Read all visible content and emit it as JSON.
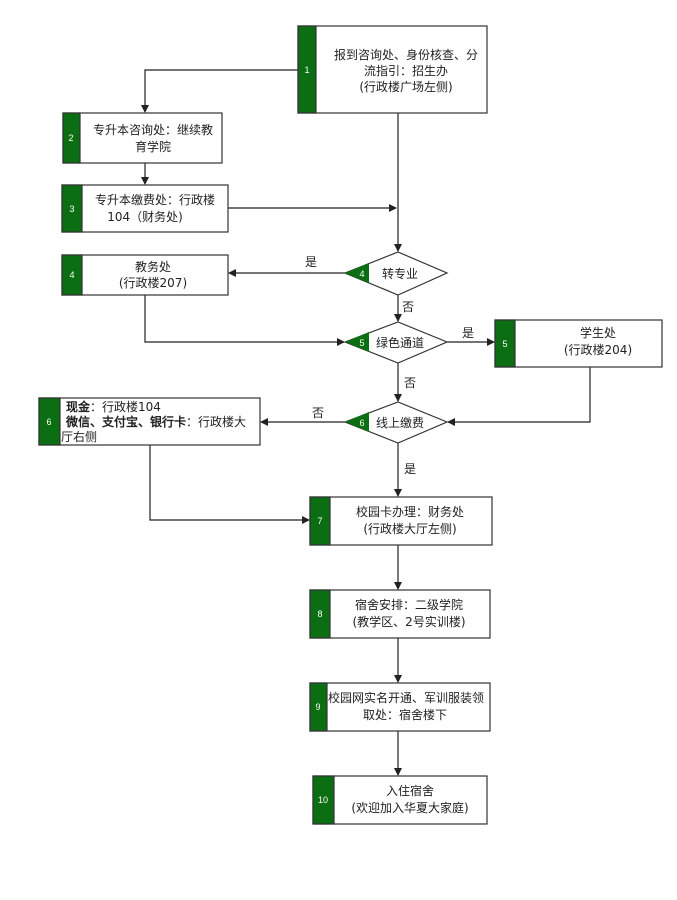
{
  "colors": {
    "accent": "#0b6e12",
    "line": "#222222"
  },
  "steps": [
    {
      "num": "1",
      "lines": [
        "报到咨询处、身份核查、分",
        "流指引：招生办",
        "(行政楼广场左侧)"
      ]
    },
    {
      "num": "2",
      "lines": [
        "专升本咨询处：继续教",
        "育学院"
      ]
    },
    {
      "num": "3",
      "lines": [
        "专升本缴费处：行政楼",
        "104（财务处)"
      ]
    },
    {
      "num": "4",
      "lines": [
        "教务处",
        "(行政楼207)"
      ]
    },
    {
      "num": "5",
      "lines": [
        "学生处",
        "(行政楼204)"
      ]
    },
    {
      "num": "6",
      "line1_bold": "现金",
      "line1_rest": "：行政楼104",
      "line2_bold": "微信、支付宝、银行卡",
      "line2_rest": "：行政楼大",
      "line3": "厅右侧"
    },
    {
      "num": "7",
      "lines": [
        "校园卡办理：财务处",
        "(行政楼大厅左侧)"
      ]
    },
    {
      "num": "8",
      "lines": [
        "宿舍安排：二级学院",
        "(教学区、2号实训楼)"
      ]
    },
    {
      "num": "9",
      "lines": [
        "校园网实名开通、军训服装领",
        "取处：宿舍楼下"
      ]
    },
    {
      "num": "10",
      "lines": [
        "入住宿舍",
        "(欢迎加入华夏大家庭)"
      ]
    }
  ],
  "decisions": [
    {
      "num": "4",
      "label": "转专业"
    },
    {
      "num": "5",
      "label": "绿色通道"
    },
    {
      "num": "6",
      "label": "线上缴费"
    }
  ],
  "edge_labels": {
    "yes": "是",
    "no": "否"
  }
}
